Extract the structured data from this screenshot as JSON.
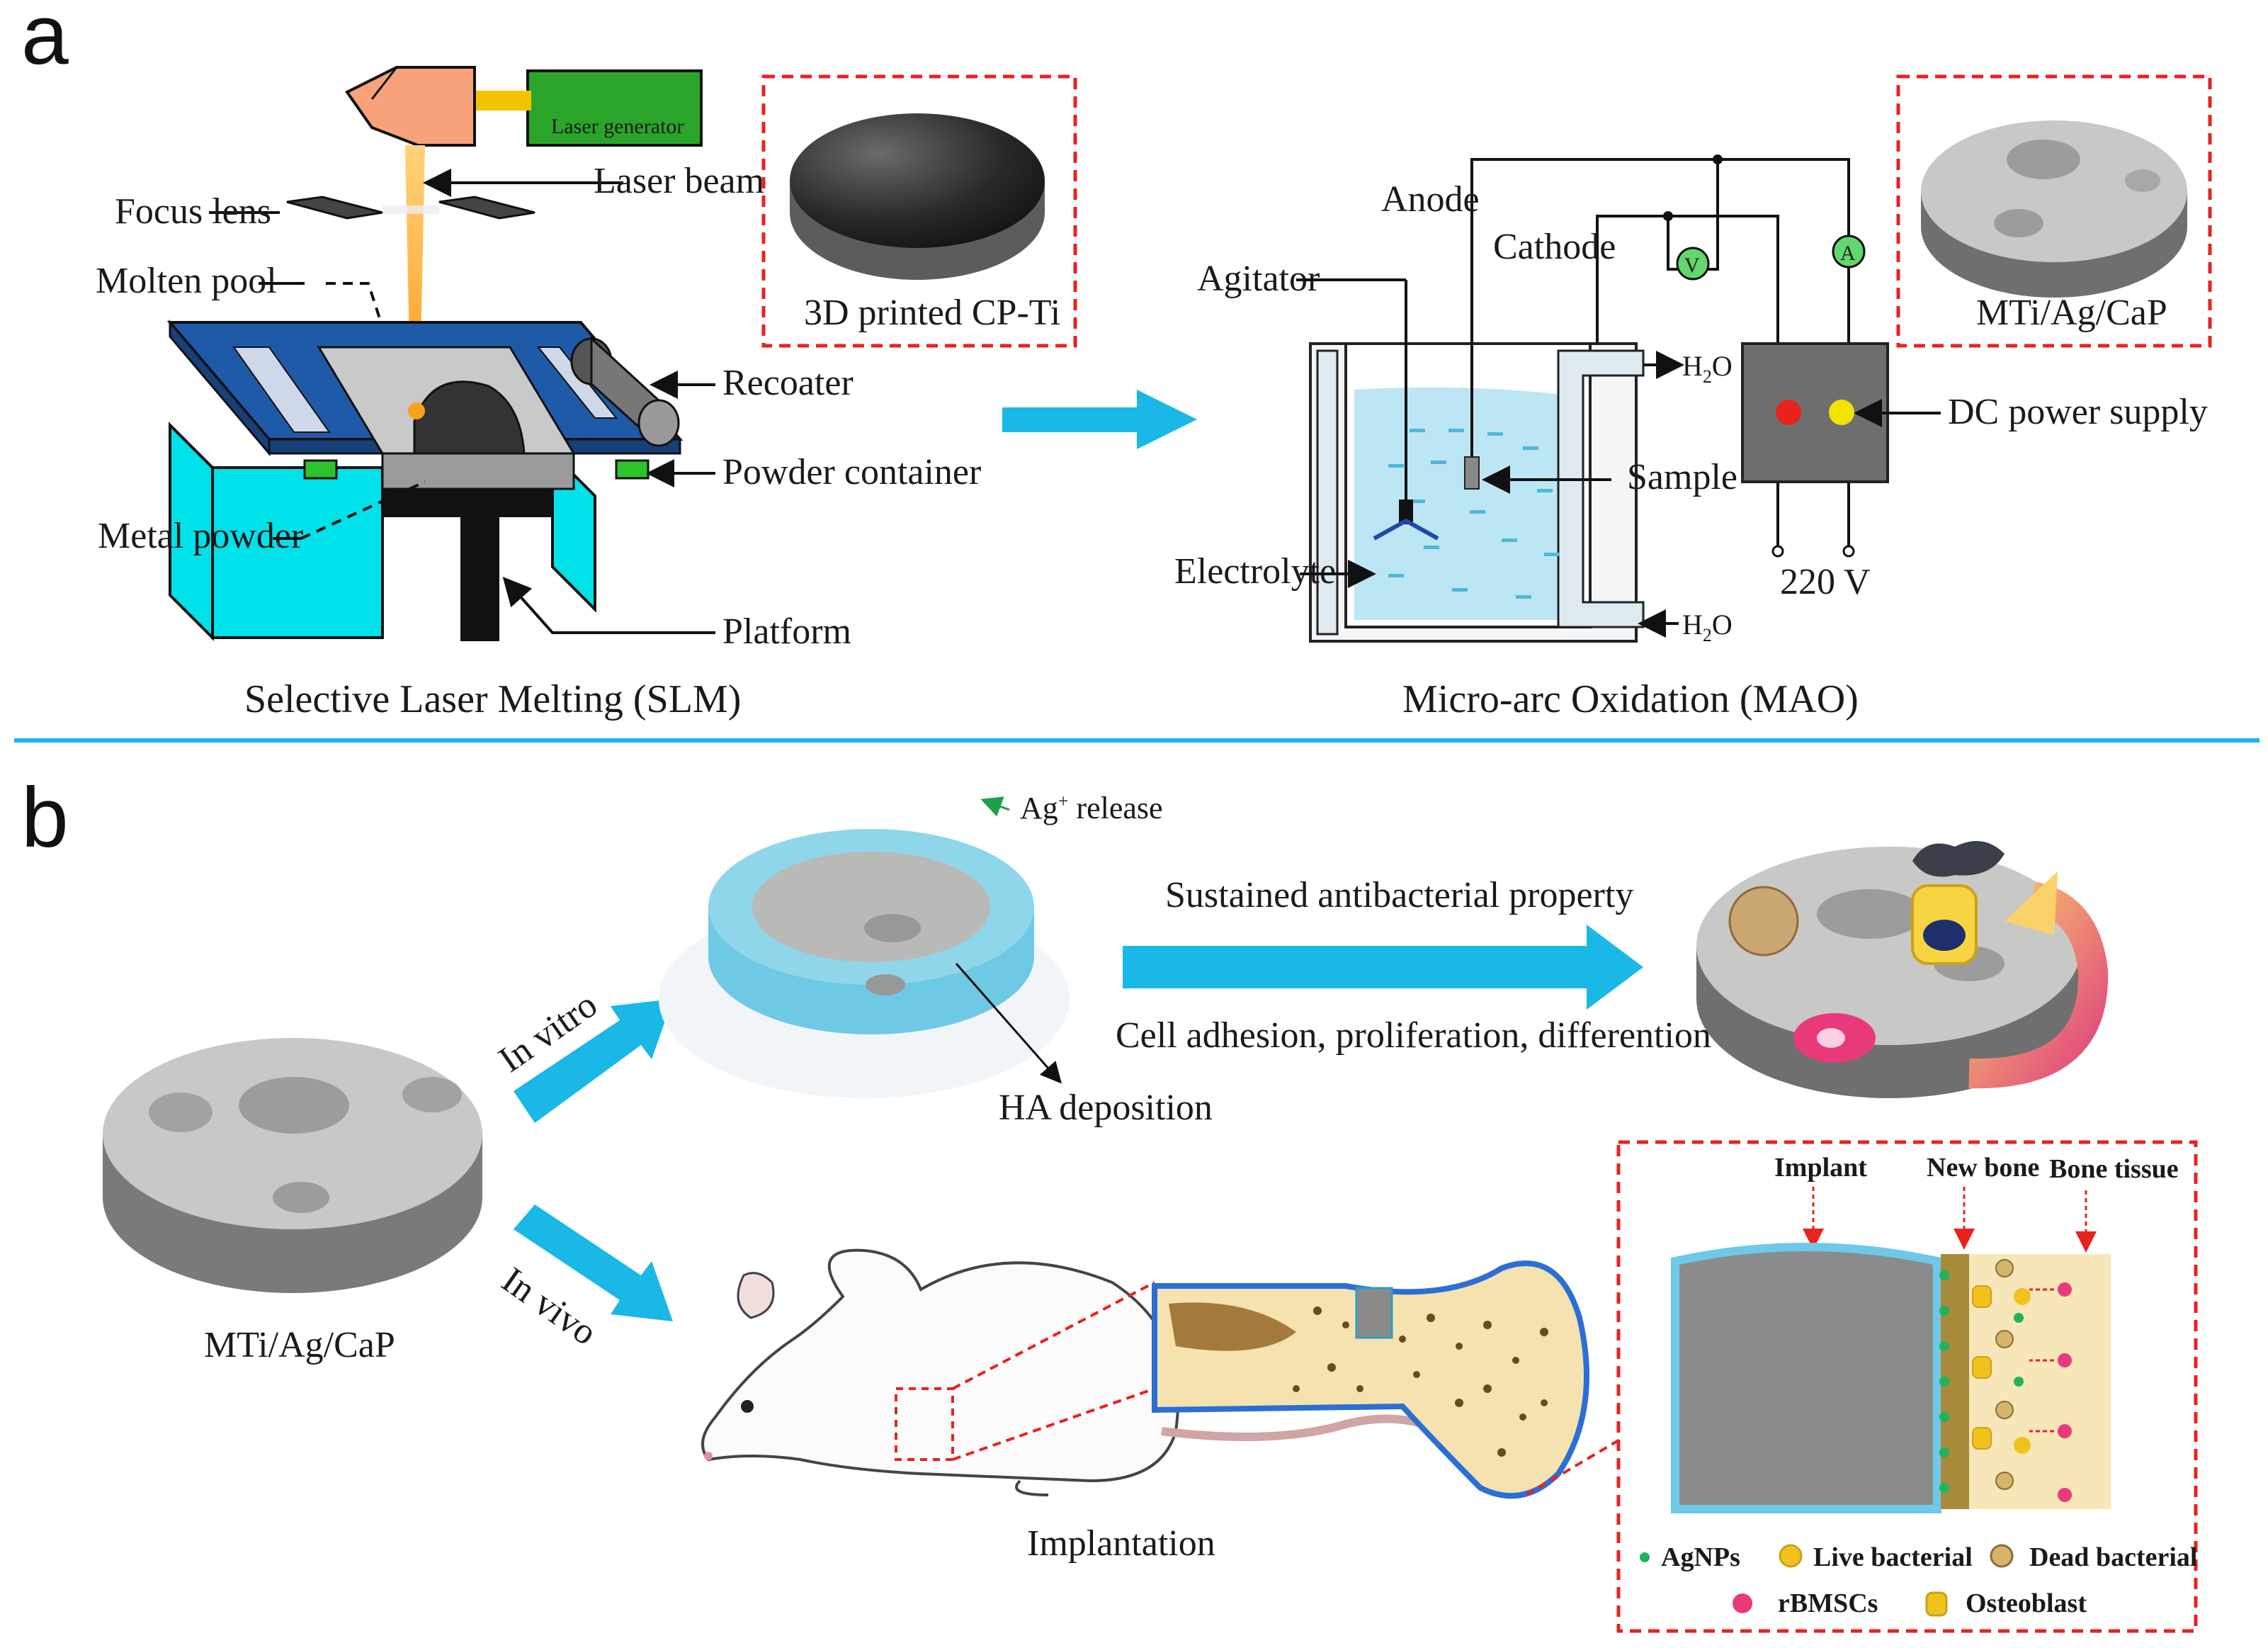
{
  "panel_a": {
    "letter": "a",
    "slm": {
      "laser_generator": "Laser generator",
      "laser_beam": "Laser beam",
      "focus_lens": "Focus lens",
      "molten_pool": "Molten pool",
      "recoater": "Recoater",
      "powder_container": "Powder container",
      "metal_powder": "Metal powder",
      "platform": "Platform",
      "title": "Selective Laser Melting (SLM)"
    },
    "printed_sample": "3D printed CP-Ti",
    "mao": {
      "anode": "Anode",
      "cathode": "Cathode",
      "agitator": "Agitator",
      "voltmeter": "V",
      "ammeter": "A",
      "water_out": "H",
      "water_in": "H",
      "water_sub": "2",
      "water_o": "O",
      "sample": "Sample",
      "electrolyte": "Electrolyte",
      "power_supply": "DC power supply",
      "voltage": "220 V",
      "title": "Micro-arc Oxidation (MAO)"
    },
    "coated_sample": "MTi/Ag/CaP"
  },
  "panel_b": {
    "letter": "b",
    "sample_label": "MTi/Ag/CaP",
    "in_vitro": "In vitro",
    "in_vivo": "In vivo",
    "ag_release": "Ag",
    "ag_sup": "+",
    "ag_release_tail": " release",
    "ha_deposition": "HA deposition",
    "sustained": "Sustained antibacterial property",
    "cell_adhesion": "Cell adhesion, proliferation, differention",
    "implantation": "Implantation",
    "inset": {
      "implant": "Implant",
      "new_bone": "New bone",
      "bone_tissue": "Bone tissue",
      "legend": {
        "agnps": "AgNPs",
        "live": "Live bacterial",
        "dead": "Dead bacterial",
        "rbmscs": "rBMSCs",
        "osteoblast": "Osteoblast"
      }
    }
  },
  "colors": {
    "cyan_arrow": "#1ab8e6",
    "red_dash": "#e8231f",
    "laser_green": "#2e9e2e",
    "laser_head": "#f4a07a",
    "bed_blue": "#1f5aa8",
    "container_cyan": "#00e0e8",
    "electrolyte": "#bde6f5",
    "power_gray": "#6e6e6e"
  }
}
